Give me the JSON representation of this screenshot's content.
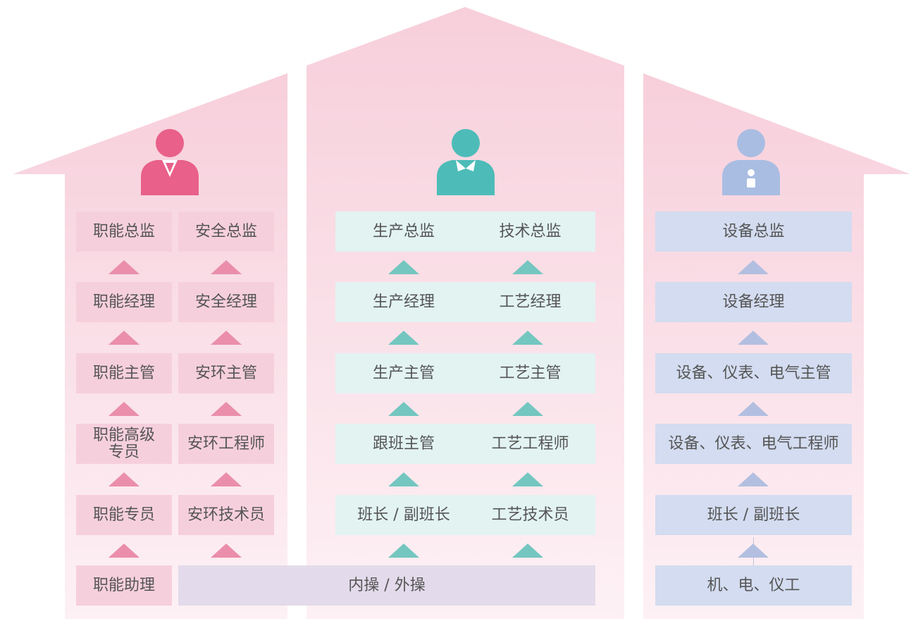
{
  "colors": {
    "pink_accent": "#e9608a",
    "teal_accent": "#4dbcb8",
    "blue_accent": "#a9bde2"
  },
  "icons": {
    "left": "person-tie-icon",
    "center": "person-collar-icon",
    "right": "person-badge-icon"
  },
  "left": {
    "col1": [
      "职能总监",
      "职能经理",
      "职能主管",
      "职能高级专员",
      "职能专员",
      "职能助理"
    ],
    "col2": [
      "安全总监",
      "安全经理",
      "安环主管",
      "安环工程师",
      "安环技术员"
    ]
  },
  "center": {
    "col1": [
      "生产总监",
      "生产经理",
      "生产主管",
      "跟班主管",
      "班长 / 副班长"
    ],
    "col2": [
      "技术总监",
      "工艺经理",
      "工艺主管",
      "工艺工程师",
      "工艺技术员"
    ]
  },
  "shared_bottom": "内操 / 外操",
  "right": [
    "设备总监",
    "设备经理",
    "设备、仪表、电气主管",
    "设备、仪表、电气工程师",
    "班长 / 副班长",
    "机、电、仪工"
  ]
}
